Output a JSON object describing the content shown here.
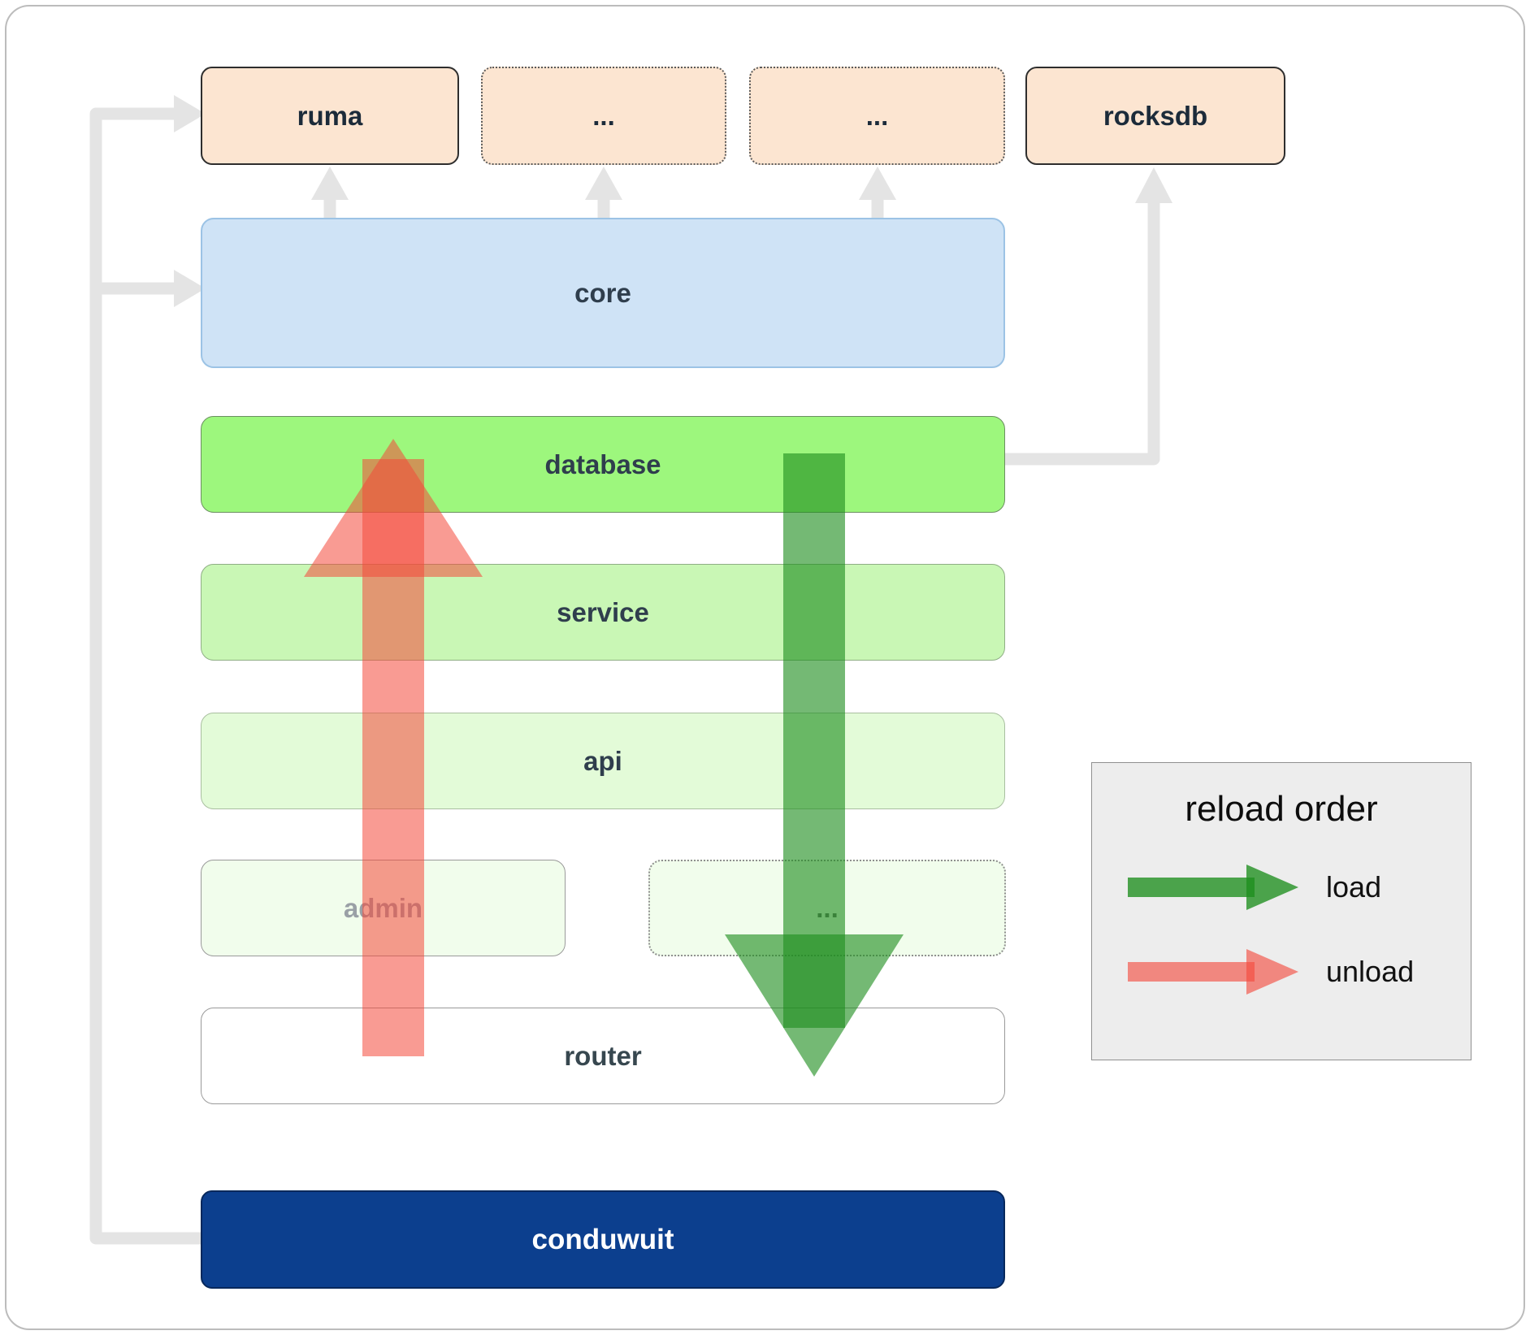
{
  "colors": {
    "load": "#1e8e1e",
    "unload": "#f4483b",
    "connector": "#e4e4e4"
  },
  "top_row": {
    "ruma": "ruma",
    "mid1": "...",
    "mid2": "...",
    "rocksdb": "rocksdb"
  },
  "layers": {
    "core": "core",
    "database": "database",
    "service": "service",
    "api": "api",
    "admin": "admin",
    "more": "...",
    "router": "router",
    "conduwuit": "conduwuit"
  },
  "legend": {
    "title": "reload order",
    "load": "load",
    "unload": "unload"
  }
}
